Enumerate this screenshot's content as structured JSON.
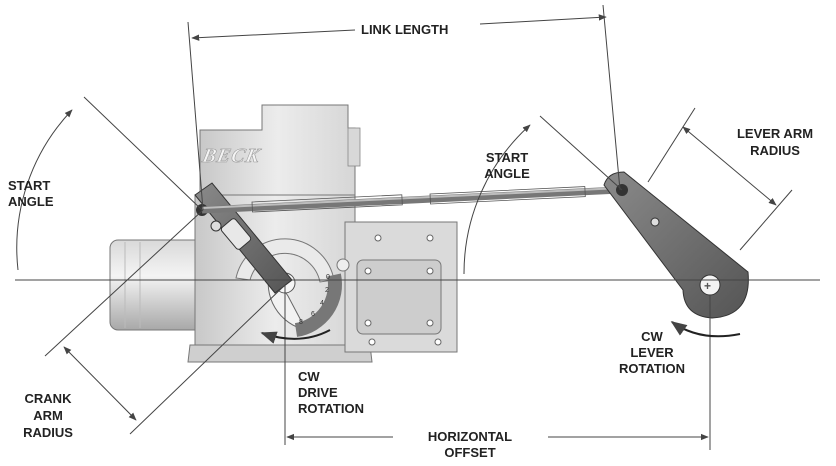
{
  "brand_logo": "BECK",
  "labels": {
    "link_length": "LINK LENGTH",
    "start_angle_left": [
      "START",
      "ANGLE"
    ],
    "start_angle_right": [
      "START",
      "ANGLE"
    ],
    "lever_arm_radius": [
      "LEVER ARM",
      "RADIUS"
    ],
    "crank_arm_radius": [
      "CRANK",
      "ARM",
      "RADIUS"
    ],
    "cw_drive_rotation": [
      "CW",
      "DRIVE",
      "ROTATION"
    ],
    "cw_lever_rotation": [
      "CW",
      "LEVER",
      "ROTATION"
    ],
    "horizontal_offset": [
      "HORIZONTAL",
      "OFFSET"
    ]
  },
  "dial_numbers": [
    "0",
    "2",
    "4",
    "6",
    "8"
  ],
  "colors": {
    "line": "#444444",
    "text": "#222222",
    "body_light": "#e9e9e9",
    "body_mid": "#cfcfcf",
    "body_dark": "#9e9e9e",
    "arm": "#6b6b6b"
  }
}
